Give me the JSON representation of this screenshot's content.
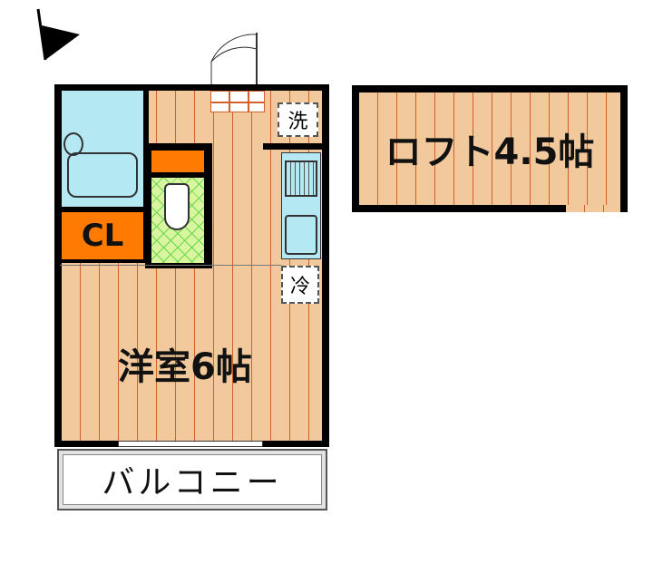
{
  "compass": {
    "icon": "north-arrow-icon"
  },
  "rooms": {
    "western_room": "洋室6帖",
    "closet": "CL",
    "loft": "ロフト4.5帖",
    "balcony": "バルコニー",
    "washer": "洗",
    "fridge": "冷"
  },
  "colors": {
    "floor": "#f2c99c",
    "board_line": "#d2602a",
    "bath": "#b4e8f2",
    "closet": "#ff7a00",
    "toilet_tile": "#d8f5a0"
  }
}
